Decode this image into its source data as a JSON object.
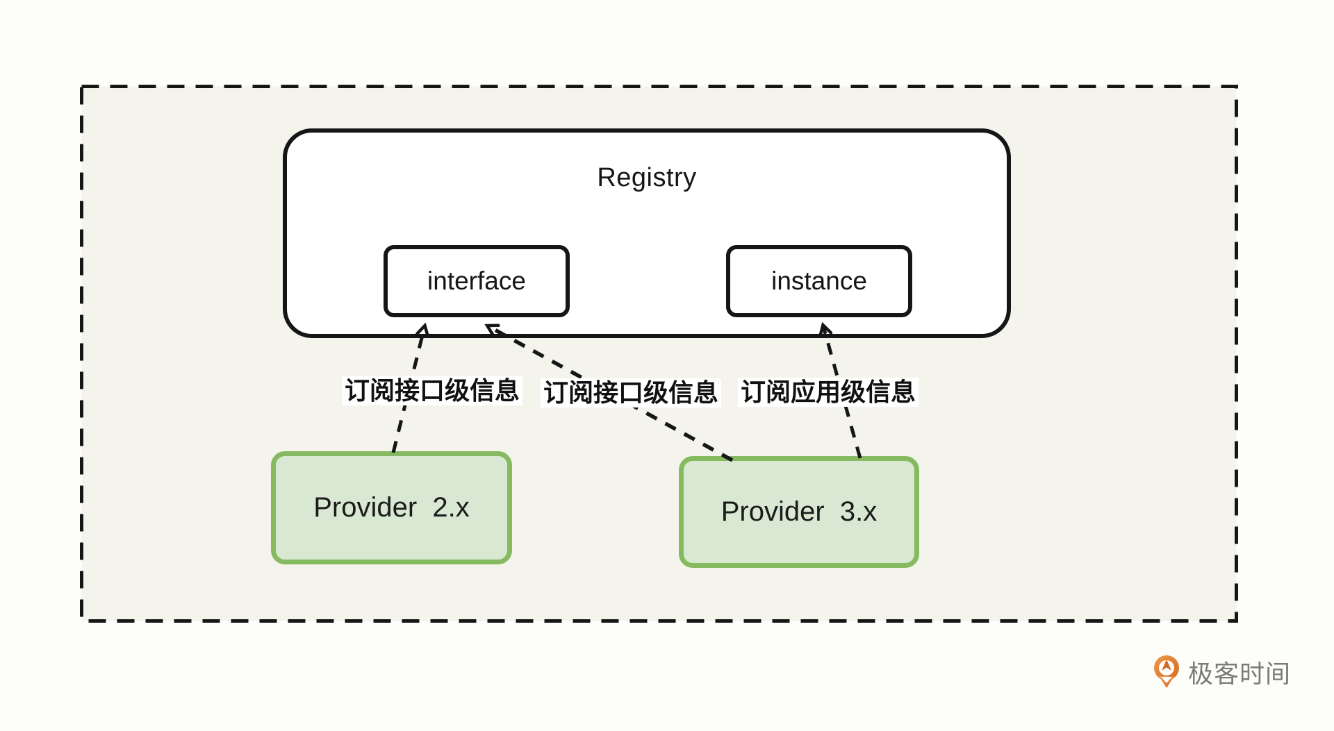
{
  "diagram": {
    "boundary": {
      "style": "dashed",
      "color": "#161616",
      "fill": "#f4f4ed"
    },
    "registry": {
      "title": "Registry"
    },
    "nodes": {
      "interface": {
        "label": "interface",
        "fill": "#ffffff",
        "border": "#161616"
      },
      "instance": {
        "label": "instance",
        "fill": "#ffffff",
        "border": "#161616"
      },
      "provider2": {
        "label": "Provider  2.x",
        "fill": "#d8e8d2",
        "border": "#86ba60"
      },
      "provider3": {
        "label": "Provider  3.x",
        "fill": "#d8e8d2",
        "border": "#86ba60"
      }
    },
    "edges": [
      {
        "label": "订阅接口级信息",
        "from": "provider2",
        "to": "interface",
        "style": "dashed-arrow"
      },
      {
        "label": "订阅接口级信息",
        "from": "provider3",
        "to": "interface",
        "style": "dashed-arrow"
      },
      {
        "label": "订阅应用级信息",
        "from": "provider3",
        "to": "instance",
        "style": "dashed-arrow"
      }
    ]
  },
  "branding": {
    "logo_text": "极客时间",
    "logo_color": "#e8823c",
    "logo_text_color": "#7b7b7b"
  }
}
